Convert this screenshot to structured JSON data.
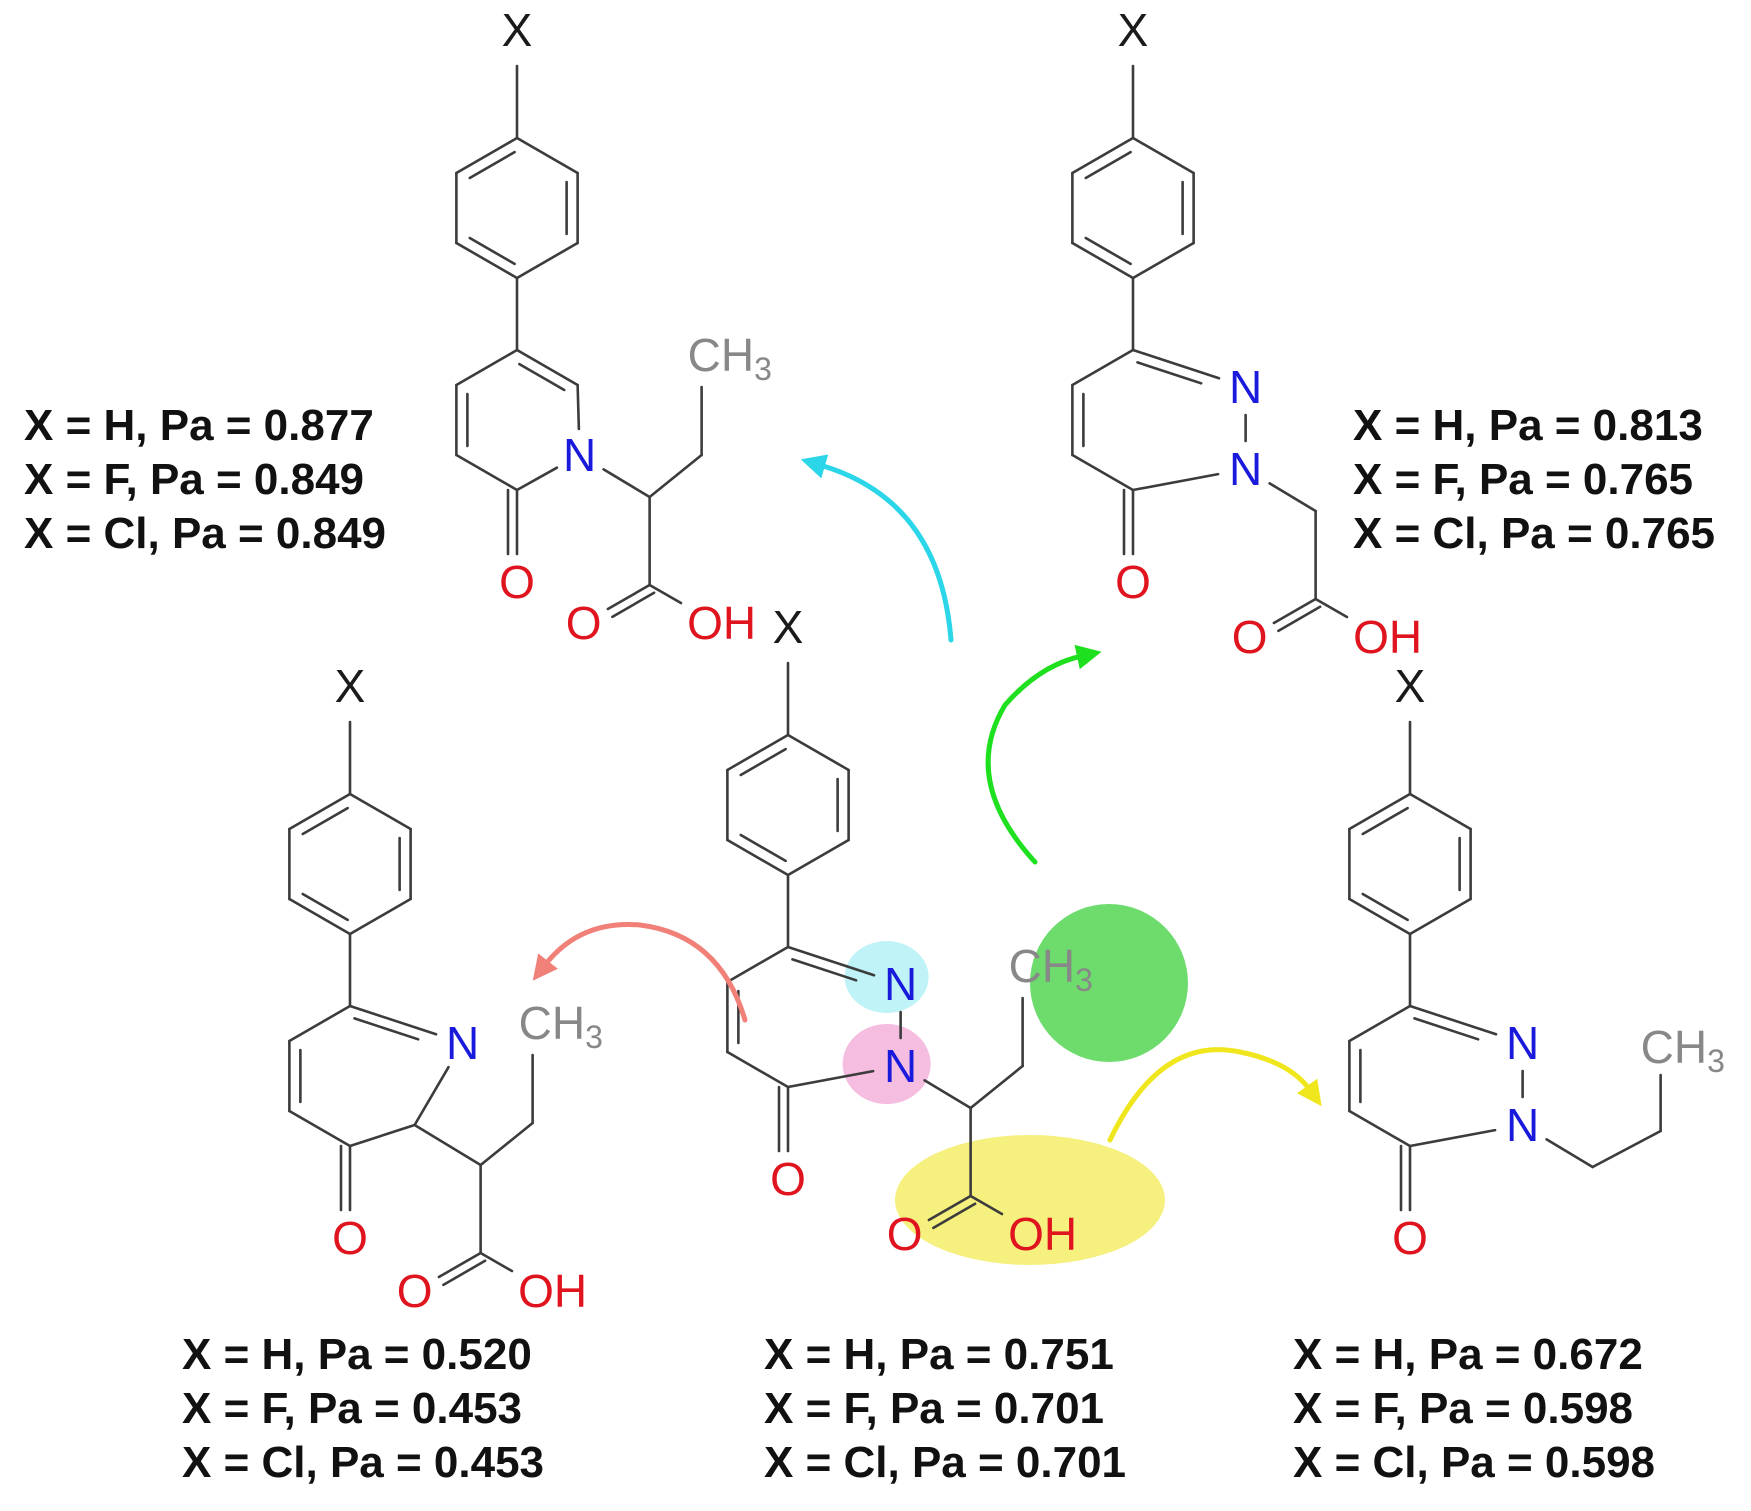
{
  "colors": {
    "bond": "#3c3c3c",
    "heteroatom": "#e0141e",
    "nitrogen": "#1a1adc",
    "substituent": "#1a1a1a",
    "ch3": "#888888",
    "cyan": "#2ad6e8",
    "green": "#1ee01e",
    "salmon": "#f08078",
    "yellow": "#f0e61e",
    "hl_cyan": "#bff3f7",
    "hl_pink": "#f5bde0",
    "hl_green": "#6ddc6d",
    "hl_yellow": "#f6f07e"
  },
  "atoms": {
    "X": "X",
    "N": "N",
    "O": "O",
    "OH": "OH",
    "CH": "CH",
    "sub3": "3"
  },
  "molecules": {
    "top_left": {
      "labels": [
        "X = H, Pa = 0.877",
        "X = F, Pa = 0.849",
        "X = Cl, Pa = 0.849"
      ]
    },
    "top_right": {
      "labels": [
        "X = H, Pa = 0.813",
        "X = F, Pa = 0.765",
        "X = Cl, Pa = 0.765"
      ]
    },
    "center": {
      "labels": [
        "X = H, Pa = 0.751",
        "X = F, Pa = 0.701",
        "X = Cl, Pa = 0.701"
      ]
    },
    "bottom_left": {
      "labels": [
        "X = H, Pa = 0.520",
        "X = F, Pa = 0.453",
        "X = Cl, Pa = 0.453"
      ]
    },
    "bottom_right": {
      "labels": [
        "X = H, Pa = 0.672",
        "X = F, Pa = 0.598",
        "X = Cl, Pa = 0.598"
      ]
    }
  }
}
